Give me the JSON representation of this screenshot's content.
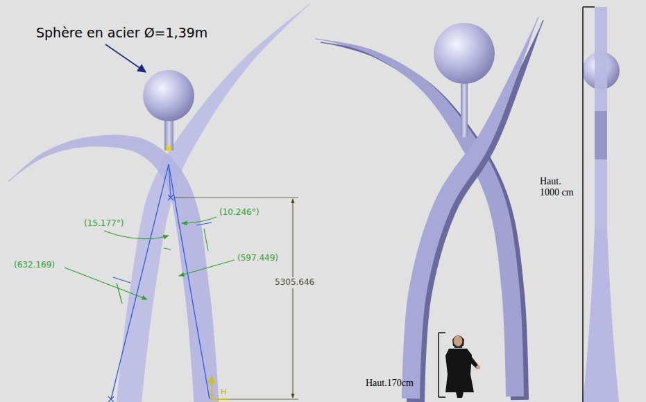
{
  "diagram": {
    "labels": [
      "Sphère en acier Ø=1,39m",
      "(15.177°)",
      "(10.246°)",
      "(632.169)",
      "(597.449)",
      "5305.646",
      "H",
      "Haut. 1000 cm",
      "Haut.170cm"
    ]
  }
}
